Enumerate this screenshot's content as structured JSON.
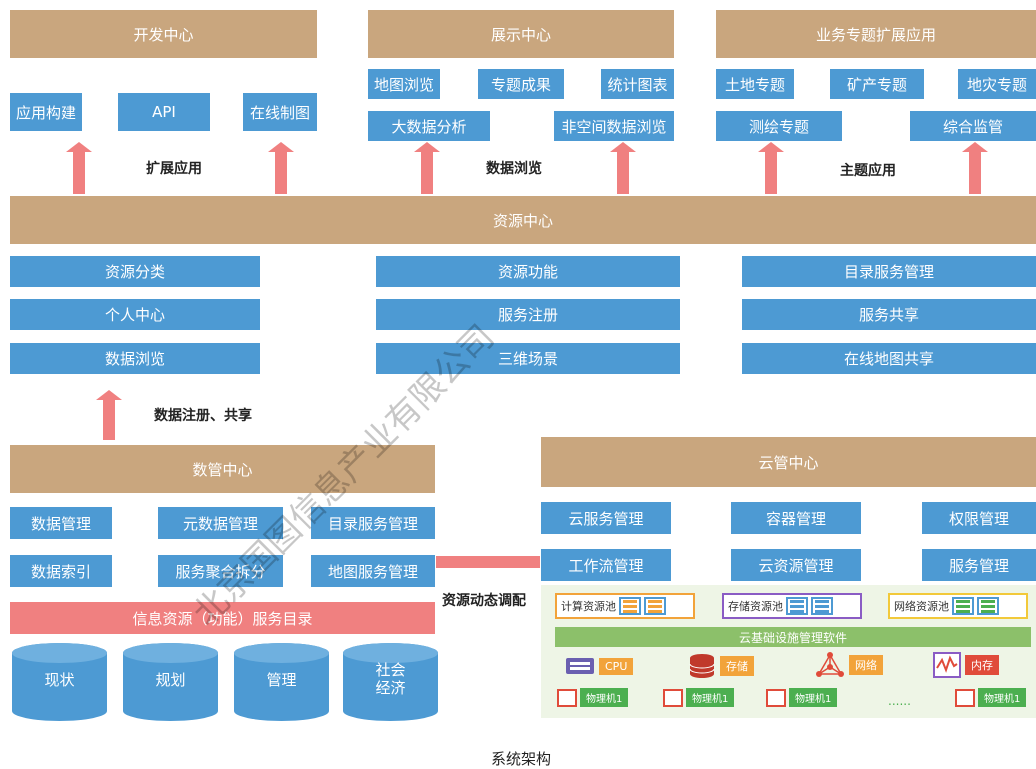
{
  "top_centers": {
    "dev": "开发中心",
    "display": "展示中心",
    "business": "业务专题扩展应用"
  },
  "dev_items": [
    "应用构建",
    "API",
    "在线制图"
  ],
  "display_items_row1": [
    "地图浏览",
    "专题成果",
    "统计图表"
  ],
  "display_items_row2": [
    "大数据分析",
    "非空间数据浏览"
  ],
  "business_items_row1": [
    "土地专题",
    "矿产专题",
    "地灾专题"
  ],
  "business_items_row2": [
    "测绘专题",
    "综合监管"
  ],
  "flow_labels": {
    "extend": "扩展应用",
    "browse": "数据浏览",
    "theme": "主题应用",
    "register": "数据注册、共享",
    "dynamic": "资源动态调配"
  },
  "resource_center": {
    "title": "资源中心",
    "col1": [
      "资源分类",
      "个人中心",
      "数据浏览"
    ],
    "col2": [
      "资源功能",
      "服务注册",
      "三维场景"
    ],
    "col3": [
      "目录服务管理",
      "服务共享",
      "在线地图共享"
    ]
  },
  "data_center": {
    "title": "数管中心",
    "row1": [
      "数据管理",
      "元数据管理",
      "目录服务管理"
    ],
    "row2": [
      "数据索引",
      "服务聚合拆分",
      "地图服务管理"
    ],
    "catalog": "信息资源（功能）服务目录",
    "cylinders": [
      "现状",
      "规划",
      "管理",
      "社会\n经济"
    ]
  },
  "cloud_center": {
    "title": "云管中心",
    "row1": [
      "云服务管理",
      "容器管理",
      "权限管理"
    ],
    "row2": [
      "工作流管理",
      "云资源管理",
      "服务管理"
    ],
    "pools": [
      "计算资源池",
      "存储资源池",
      "网络资源池"
    ],
    "infra": "云基础设施管理软件",
    "resources": [
      "CPU",
      "存储",
      "网络",
      "内存"
    ],
    "machines": [
      "物理机1",
      "物理机1",
      "物理机1",
      "物理机1"
    ],
    "ellipsis": "......"
  },
  "caption": "系统架构",
  "watermark": "北京国图信息产业有限公司",
  "colors": {
    "header": "#c9a67e",
    "item": "#4d9ad3",
    "arrow": "#f08080",
    "infra": "#8cc06a"
  }
}
